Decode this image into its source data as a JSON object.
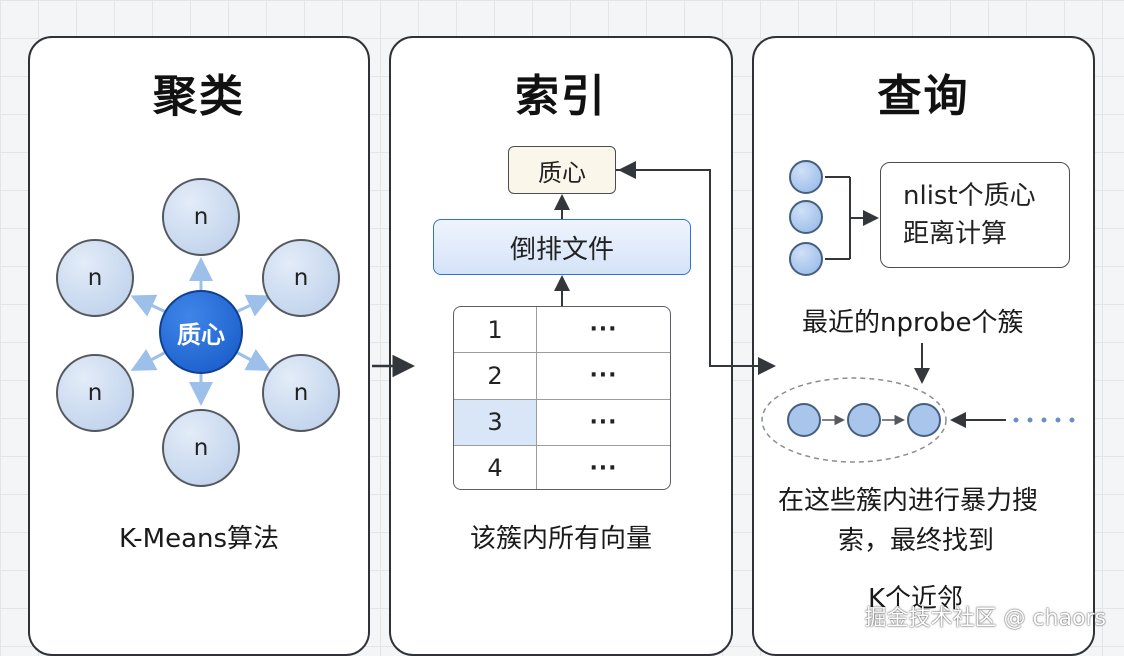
{
  "panels": {
    "cluster": {
      "title": "聚类",
      "centroid_label": "质心",
      "node_label": "n",
      "caption": "K-Means算法"
    },
    "index": {
      "title": "索引",
      "centroid_box": "质心",
      "inverted_file": "倒排文件",
      "table_rows": [
        {
          "id": "1",
          "value": "···"
        },
        {
          "id": "2",
          "value": "···"
        },
        {
          "id": "3",
          "value": "···"
        },
        {
          "id": "4",
          "value": "···"
        }
      ],
      "caption": "该簇内所有向量"
    },
    "query": {
      "title": "查询",
      "distance_line1": "nlist个质心",
      "distance_line2": "距离计算",
      "nearest_label": "最近的nprobe个簇",
      "search_line1": "在这些簇内进行暴力搜",
      "search_line2": "索，最终找到",
      "result_label": "K个近邻"
    }
  },
  "watermark": "掘金技术社区 @ chaors",
  "colors": {
    "centroid_blue": "#1557c7",
    "node_fill": "#b9cde9",
    "arrow_light_blue": "#9cc0ea",
    "inverted_border": "#2f72d6",
    "centroid_box_fill": "#fbf6ea"
  }
}
